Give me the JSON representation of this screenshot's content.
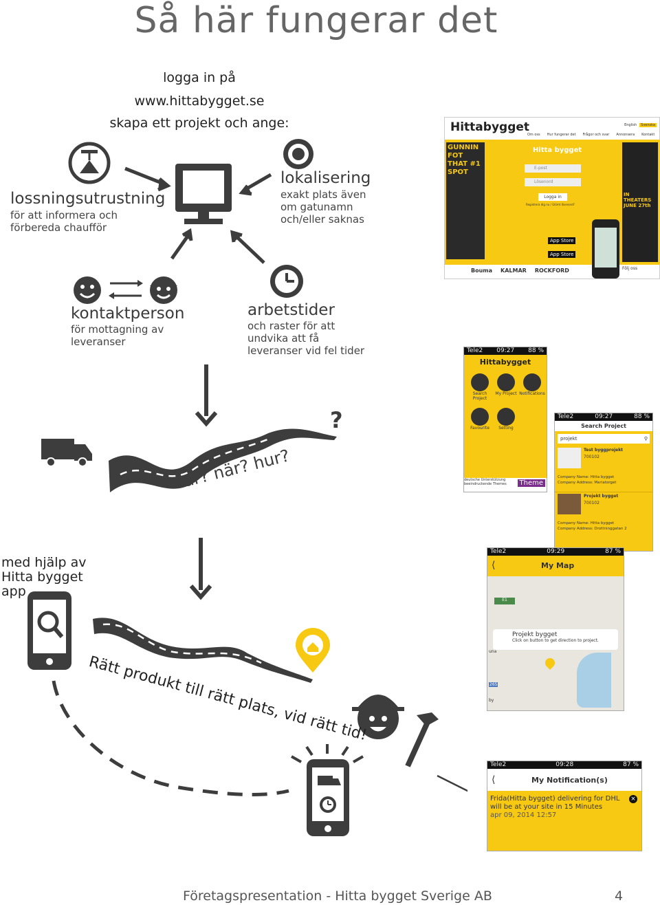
{
  "page": {
    "title": "Så här fungerar det",
    "number": "4"
  },
  "intro": {
    "line1": "logga in på",
    "line2": "www.hittabygget.se",
    "line3": "skapa ett projekt och ange:"
  },
  "items": {
    "unloading": {
      "title": "lossningsutrustning",
      "desc1": "för att informera och",
      "desc2": "förbereda chaufför"
    },
    "location": {
      "title": "lokalisering",
      "desc1": "exakt plats även",
      "desc2": "om gatunamn",
      "desc3": "och/eller saknas"
    },
    "contact": {
      "title": "kontaktperson",
      "desc1": "för mottagning av",
      "desc2": "leveranser"
    },
    "hours": {
      "title": "arbetstider",
      "desc1": "och raster för att",
      "desc2": "undvika att få",
      "desc3": "leveranser vid fel tider"
    }
  },
  "road1": {
    "question": "var? när? hur?",
    "mark": "?"
  },
  "app_help": {
    "line1": "med hjälp av",
    "line2": "Hitta bygget",
    "line3": "app"
  },
  "road2": {
    "slogan": "Rätt produkt till rätt plats, vid rätt tid!"
  },
  "website": {
    "logo": "Hittabygget",
    "nav": [
      "Om oss",
      "Hur fungerar det",
      "Frågor och svar",
      "Annonsera",
      "Kontakt"
    ],
    "lang": [
      "English",
      "Svenska"
    ],
    "find": "Hitta bygget",
    "email_ph": "E-post",
    "password_ph": "Lösenord",
    "login": "Logga in",
    "register": "Registrera dig nu / Glömt lösenord?",
    "store1": "App Store",
    "store2": "App Store",
    "poster": "GUNNIN FOT THAT #1 SPOT",
    "poster_date": "IN THEATERS JUNE 27th",
    "follow": "Följ oss",
    "sponsors": [
      "Bouma",
      "KALMAR",
      "ROCKFORD"
    ]
  },
  "app_menu": {
    "status_left": "Tele2",
    "time": "09:27",
    "battery": "88 %",
    "logo": "Hittabygget",
    "items": [
      "Search Project",
      "My Project",
      "Notifications",
      "Favourite",
      "Setting"
    ],
    "badges": [
      "deutsche Unterstützung",
      "beeindruckende Themes"
    ],
    "theme": "Theme"
  },
  "search_screen": {
    "status_left": "Tele2",
    "time": "09:27",
    "battery": "88 %",
    "title": "Search Project",
    "query": "projekt",
    "results": [
      {
        "name": "Test byggprojekt",
        "code": "700102",
        "company": "Company Name: Hitta bygget",
        "address": "Company Address: Mariatorget"
      },
      {
        "name": "Projekt bygget",
        "code": "700102",
        "company": "Company Name: Hitta bygget",
        "address": "Company Address: Drottninggatan 2"
      }
    ]
  },
  "map_screen": {
    "status_left": "Tele2",
    "time": "09:29",
    "battery": "87 %",
    "title": "My Map",
    "popup_title": "Projekt bygget",
    "popup_sub": "Click on button to get direction to project.",
    "road_label": "E1",
    "labels": [
      "265",
      "una",
      "by"
    ]
  },
  "notif_screen": {
    "status_left": "Tele2",
    "time": "09:28",
    "battery": "87 %",
    "title": "My Notification(s)",
    "message1": "Frida(Hitta bygget) delivering for DHL",
    "message2": "will be at your site in 15 Minutes",
    "date": "apr 09, 2014 12:57"
  },
  "footer": {
    "text": "Företagspresentation - Hitta bygget Sverige AB"
  },
  "colors": {
    "yellow": "#f7c913",
    "dark": "#3d3d3d",
    "footer": "#555"
  }
}
